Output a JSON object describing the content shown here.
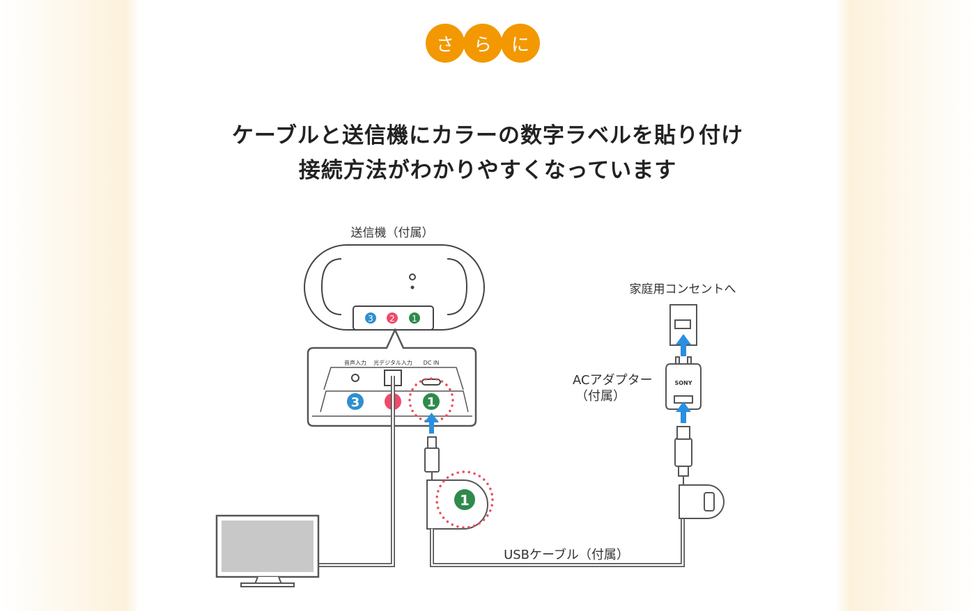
{
  "badge": [
    "さ",
    "ら",
    "に"
  ],
  "headline": {
    "line1": "ケーブルと送信機にカラーの数字ラベルを貼り付け",
    "line2": "接続方法がわかりやすくなっています"
  },
  "diagram": {
    "transmitter_label": "送信機（付属）",
    "port_labels": [
      "音声入力",
      "光デジタル入力",
      "DC IN"
    ],
    "port_numbers": [
      "3",
      "2",
      "1"
    ],
    "outlet_label": "家庭用コンセントへ",
    "adapter_label_1": "ACアダプター",
    "adapter_label_2": "（付属）",
    "adapter_brand": "SONY",
    "cable_label": "USBケーブル（付属）",
    "colors": {
      "blue": "#2e8fd0",
      "red": "#ee4a6a",
      "green": "#2f8a4c",
      "arrow": "#2a8fe0",
      "orange": "#f39800",
      "dots": "#e8505b"
    }
  }
}
